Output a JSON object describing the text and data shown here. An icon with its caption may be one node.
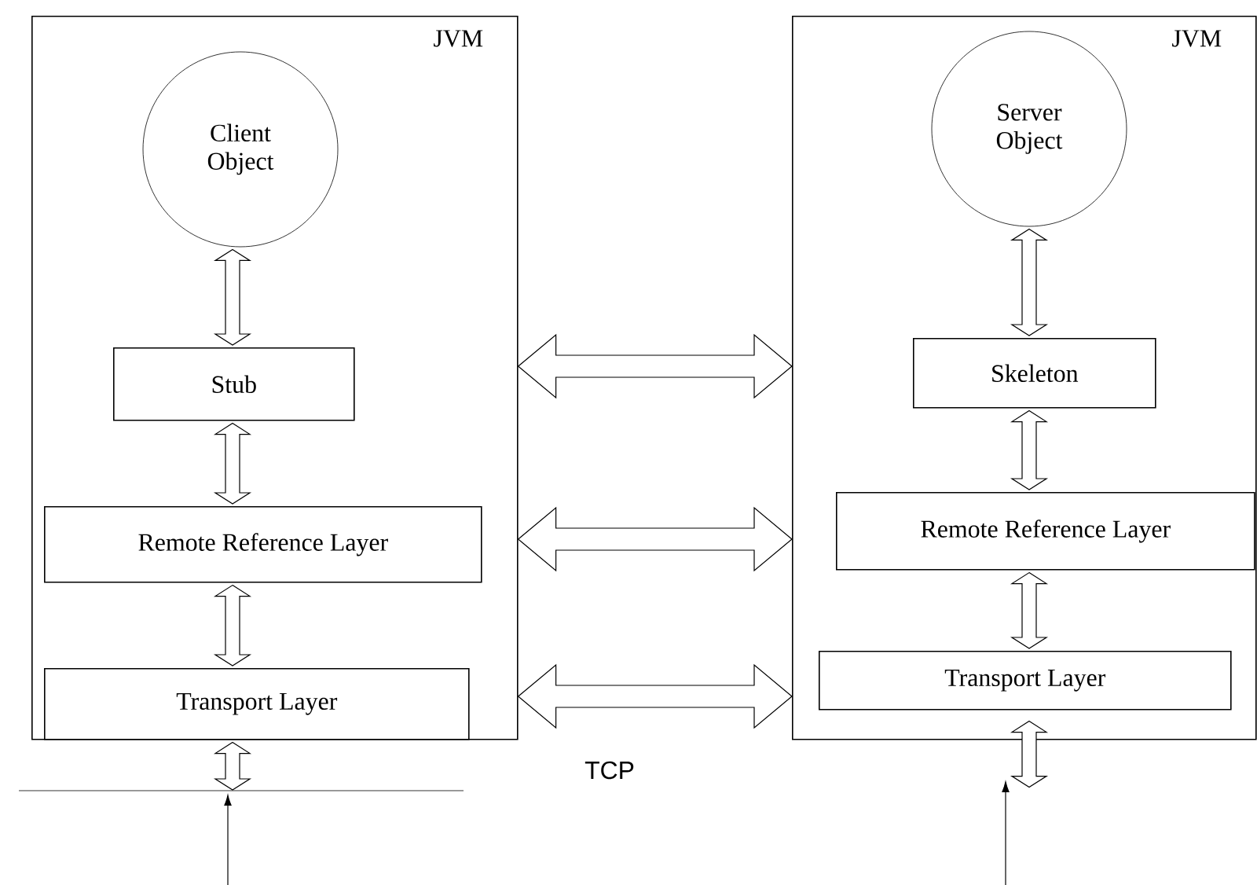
{
  "diagram": {
    "nodes": [
      {
        "text": [
          "JVM"
        ]
      },
      {
        "text": [
          "Client Object"
        ],
        "in": 0
      },
      {
        "text": [
          "Stub"
        ],
        "in": 0
      },
      {
        "text": [
          "Remote Reference Layer"
        ],
        "in": 0
      },
      {
        "text": [
          "Transport Layer"
        ],
        "in": 0
      },
      {
        "text": [
          "JVM"
        ]
      },
      {
        "text": [
          "Server Object"
        ],
        "in": 5
      },
      {
        "text": [
          "Skeleton"
        ],
        "in": 5
      },
      {
        "text": [
          "Remote Reference Layer"
        ],
        "in": 5
      },
      {
        "text": [
          "Transport Layer"
        ],
        "in": 5
      },
      {
        "text": [],
        "shape": "line"
      }
    ],
    "edges": [
      {
        "from": 1,
        "to": 2,
        "arrow": "both",
        "style": "thick"
      },
      {
        "from": 2,
        "to": 3,
        "arrow": "both",
        "style": "thick"
      },
      {
        "from": 3,
        "to": 4,
        "arrow": "both",
        "style": "thick"
      },
      {
        "from": 6,
        "to": 7,
        "arrow": "both",
        "style": "thick"
      },
      {
        "from": 7,
        "to": 8,
        "arrow": "both",
        "style": "thick"
      },
      {
        "from": 8,
        "to": 9,
        "arrow": "both",
        "style": "thick"
      },
      {
        "from": 0,
        "to": 5,
        "arrow": "both",
        "style": "thick"
      },
      {
        "from": 0,
        "to": 5,
        "arrow": "both",
        "style": "thick"
      },
      {
        "from": 0,
        "to": 5,
        "arrow": "both",
        "style": "thick"
      },
      {
        "from": 4,
        "to": 10,
        "arrow": "both",
        "style": "thick"
      },
      {
        "from": null,
        "to": 10,
        "arrow": "to"
      },
      {
        "from": 9,
        "to": null,
        "arrow": "both",
        "style": "thick"
      }
    ],
    "labels": [
      "TCP"
    ]
  }
}
